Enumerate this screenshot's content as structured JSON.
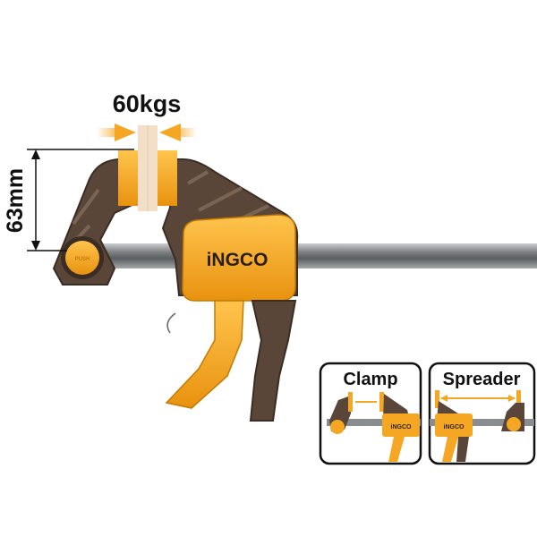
{
  "product": {
    "brand": "INGCO",
    "brand_display": "iNGCO",
    "knob_label": "PUSH",
    "force_label": "60kgs",
    "jaw_depth_label": "63mm"
  },
  "modes": [
    {
      "label": "Clamp"
    },
    {
      "label": "Spreader"
    }
  ],
  "colors": {
    "accent": "#F5A623",
    "body_brown": "#5A4638",
    "bar_gray": "#8A8D90",
    "text": "#111111"
  }
}
